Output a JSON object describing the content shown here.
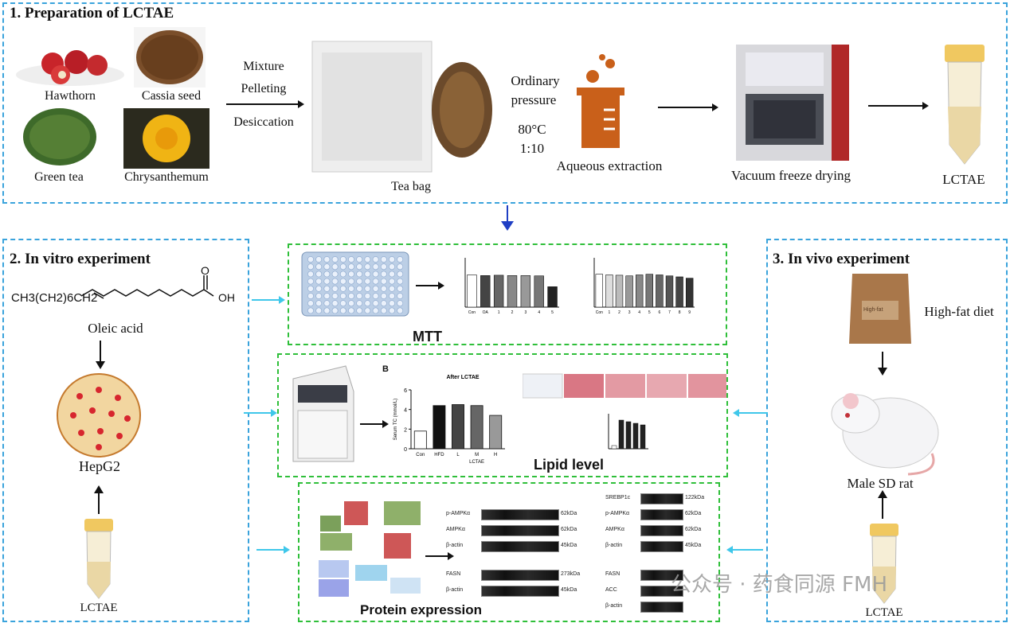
{
  "section1": {
    "title": "1.  Preparation of LCTAE"
  },
  "ingredients": {
    "hawthorn": "Hawthorn",
    "cassia": "Cassia seed",
    "green_tea": "Green tea",
    "chrysanthemum": "Chrysanthemum"
  },
  "steps": {
    "mixture": "Mixture",
    "pelleting": "Pelleting",
    "desiccation": "Desiccation",
    "tea_bag": "Tea bag",
    "ordinary": "Ordinary",
    "pressure": "pressure",
    "temp": "80°C",
    "ratio": "1:10",
    "aqueous": "Aqueous extraction",
    "vacuum": "Vacuum freeze drying",
    "lctae": "LCTAE"
  },
  "section2": {
    "title": "2. In vitro experiment",
    "formula_left": "CH3(CH2)6CH2",
    "formula_oh": "OH",
    "formula_o": "O",
    "oleic": "Oleic acid",
    "hepg2": "HepG2",
    "lctae": "LCTAE"
  },
  "section3": {
    "title": "3. In vivo experiment",
    "diet": "High-fat diet",
    "bag_label": "High-fat",
    "rat": "Male SD rat",
    "lctae": "LCTAE"
  },
  "mtt": {
    "label": "MTT"
  },
  "lipid": {
    "label": "Lipid level",
    "panel_b": "B",
    "chart_title": "After LCTAE",
    "ylabel": "Serum TC (mmol/L)",
    "group": "LCTAE",
    "ticks": [
      "0",
      "2",
      "4",
      "6"
    ]
  },
  "protein": {
    "label": "Protein expression",
    "markers_a": [
      "p-AMPKα",
      "AMPKα",
      "β-actin"
    ],
    "kda_a": [
      "62kDa",
      "62kDa",
      "45kDa"
    ],
    "markers_a2": [
      "FASN",
      "β-actin"
    ],
    "kda_a2": [
      "273kDa",
      "45kDa"
    ],
    "markers_b": [
      "SREBP1c",
      "p-AMPKα",
      "AMPKα",
      "β-actin"
    ],
    "kda_b": [
      "122kDa",
      "62kDa",
      "62kDa",
      "45kDa"
    ],
    "markers_b2": [
      "FASN",
      "ACC",
      "β-actin"
    ]
  },
  "watermark": "公众号 · 药食同源 FMH",
  "chart_data": [
    {
      "type": "bar",
      "title": "After LCTAE",
      "ylabel": "Serum TC (mmol/L)",
      "categories": [
        "Con",
        "HFD",
        "L",
        "M",
        "H"
      ],
      "values": [
        1.8,
        4.4,
        4.5,
        4.4,
        3.4
      ],
      "ylim": [
        0,
        6
      ]
    },
    {
      "type": "bar",
      "categories": [
        "Con",
        "OA",
        "1",
        "2",
        "3",
        "4",
        "5"
      ],
      "values": [
        98,
        96,
        97,
        96,
        96,
        95,
        62
      ],
      "ylim": [
        0,
        150
      ]
    },
    {
      "type": "bar",
      "categories": [
        "Con",
        "1",
        "2",
        "3",
        "4",
        "5",
        "6",
        "7",
        "8",
        "9"
      ],
      "values": [
        100,
        98,
        97,
        95,
        98,
        100,
        98,
        95,
        92,
        88
      ],
      "ylim": [
        0,
        150
      ]
    }
  ],
  "colors": {
    "dash_blue": "#3aa3dc",
    "dash_green": "#2fbf3a",
    "arrow_blue": "#1f3fc4",
    "arrow_cyan": "#3fc7ea",
    "beaker": "#c9601a"
  }
}
